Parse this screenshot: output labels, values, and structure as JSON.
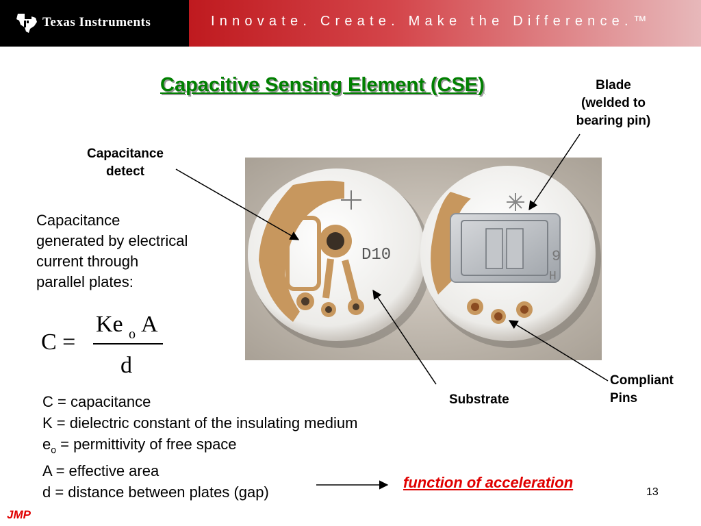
{
  "header": {
    "logo_text": "Texas Instruments",
    "slogan": "Innovate. Create. Make the Difference.™",
    "banner_color": "#bf1a1f"
  },
  "slide": {
    "title": "Capacitive Sensing Element (CSE)",
    "title_color": "#008000",
    "labels": {
      "blade": [
        "Blade",
        "(welded to",
        "bearing pin)"
      ],
      "capacitance_detect": [
        "Capacitance",
        "detect"
      ],
      "substrate": "Substrate",
      "compliant_pins": [
        "Compliant",
        "Pins"
      ]
    },
    "description": [
      "Capacitance",
      "generated by electrical",
      "current through",
      "parallel plates:"
    ],
    "formula": {
      "lhs": "C =",
      "numerator_k": "Ke",
      "numerator_sub": "o",
      "numerator_a": "A",
      "denominator": "d"
    },
    "definitions": {
      "c": "C = capacitance",
      "k": "K = dielectric constant of the insulating medium",
      "e_main": "e",
      "e_sub": "o",
      "e_rest": " = permittivity of free space",
      "a": "A = effective area",
      "d": "d = distance between plates (gap)"
    },
    "function_text": "function of acceleration",
    "page_number": "13",
    "footer_initials": "JMP",
    "accent_red": "#e00000"
  }
}
